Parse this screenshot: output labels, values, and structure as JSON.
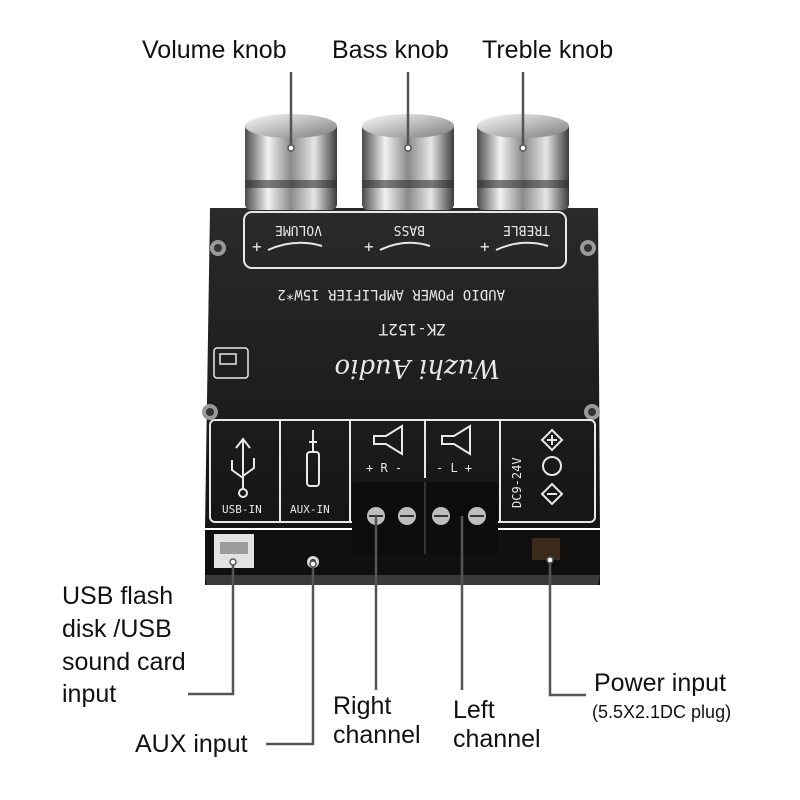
{
  "callouts": {
    "volume_knob": "Volume knob",
    "bass_knob": "Bass knob",
    "treble_knob": "Treble knob",
    "usb_input": [
      "USB flash",
      "disk /USB",
      "sound card",
      "input"
    ],
    "aux_input": "AUX input",
    "right_channel": [
      "Right",
      "channel"
    ],
    "left_channel": [
      "Left",
      "channel"
    ],
    "power_input": "Power input",
    "power_input_note": "(5.5X2.1DC plug)"
  },
  "board": {
    "knob_labels": {
      "volume": "VOLUME",
      "bass": "BASS",
      "treble": "TREBLE"
    },
    "title": "AUDIO POWER AMPLIFIER 15W*2",
    "model": "ZK-152T",
    "brand": "Wuzhi Audio",
    "usb_port_label": "USB-IN",
    "aux_port_label": "AUX-IN",
    "right_speaker_label": "+ R -",
    "left_speaker_label": "- L +",
    "power_label": "DC9-24V"
  },
  "colors": {
    "board": "#1b1b1b",
    "silkscreen": "#e8e8e8",
    "leader_line": "#555555",
    "knob_chrome": "#c9c9c9"
  }
}
